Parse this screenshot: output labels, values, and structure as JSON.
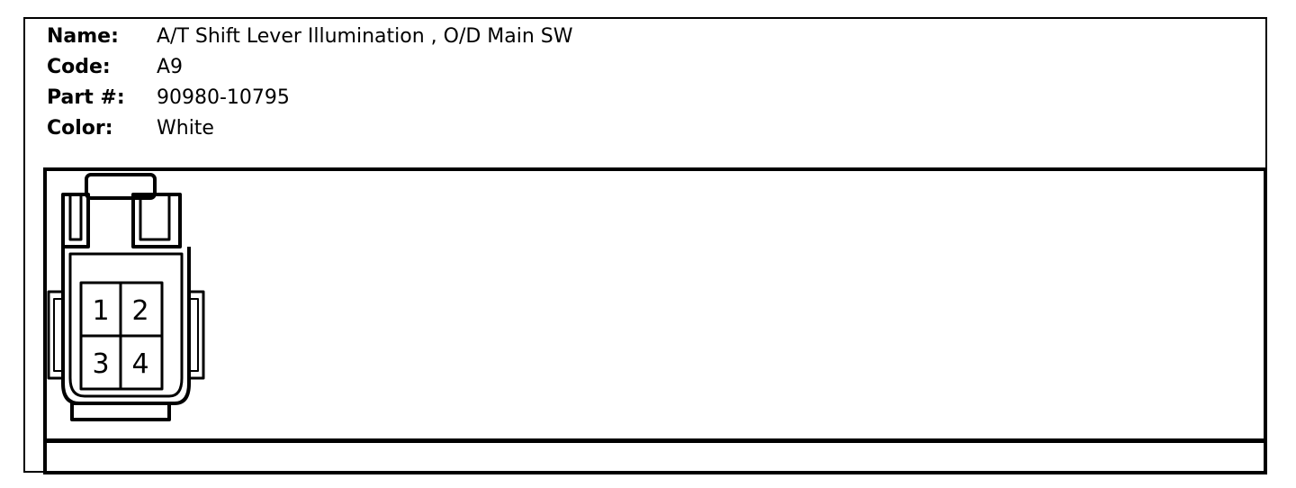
{
  "connector": {
    "name_label": "Name:",
    "name": "A/T Shift Lever Illumination , O/D Main SW",
    "code_label": "Code:",
    "code": "A9",
    "part_label": "Part #:",
    "part_number": "90980-10795",
    "color_label": "Color:",
    "color": "White"
  },
  "pins": [
    "1",
    "2",
    "3",
    "4"
  ]
}
